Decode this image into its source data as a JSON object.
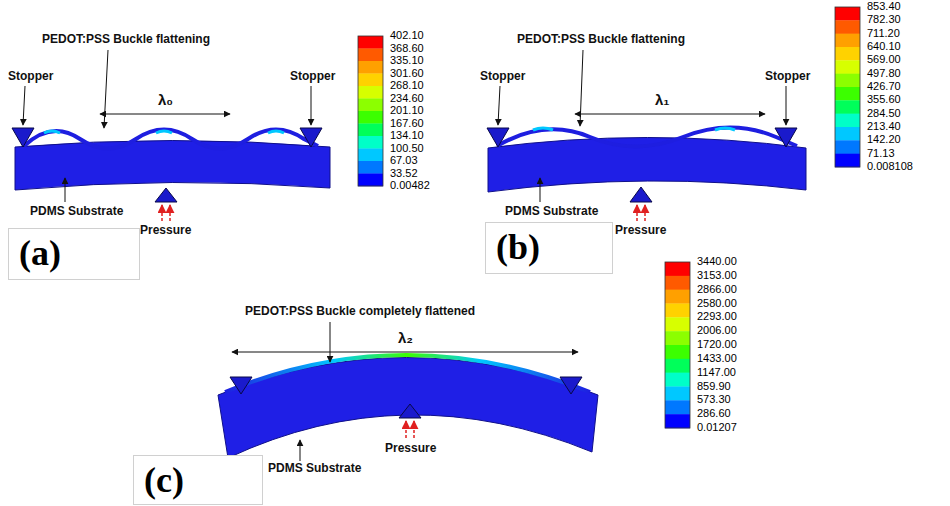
{
  "diagram": {
    "nodes": [
      {
        "text": [
          "(a)"
        ]
      },
      {
        "text": [
          "(b)"
        ]
      },
      {
        "text": [
          "(c)"
        ]
      }
    ],
    "labels": [
      "PEDOT:PSS Buckle flattening",
      "Stopper",
      "Stopper",
      "λ₀",
      "PDMS Substrate",
      "Pressure",
      "402.10",
      "368.60",
      "335.10",
      "301.60",
      "268.10",
      "234.60",
      "201.10",
      "167.60",
      "134.10",
      "100.50",
      "67.03",
      "33.52",
      "0.00482",
      "PEDOT:PSS Buckle flattening",
      "Stopper",
      "Stopper",
      "λ₁",
      "PDMS Substrate",
      "Pressure",
      "853.40",
      "782.30",
      "711.20",
      "640.10",
      "569.00",
      "497.80",
      "426.70",
      "355.60",
      "284.50",
      "213.40",
      "142.20",
      "71.13",
      "0.008108",
      "PEDOT:PSS Buckle completely flattened",
      "λ₂",
      "PDMS Substrate",
      "Pressure",
      "3440.00",
      "3153.00",
      "2866.00",
      "2580.00",
      "2293.00",
      "2006.00",
      "1720.00",
      "1433.00",
      "1147.00",
      "859.90",
      "573.30",
      "286.60",
      "0.01207"
    ]
  }
}
